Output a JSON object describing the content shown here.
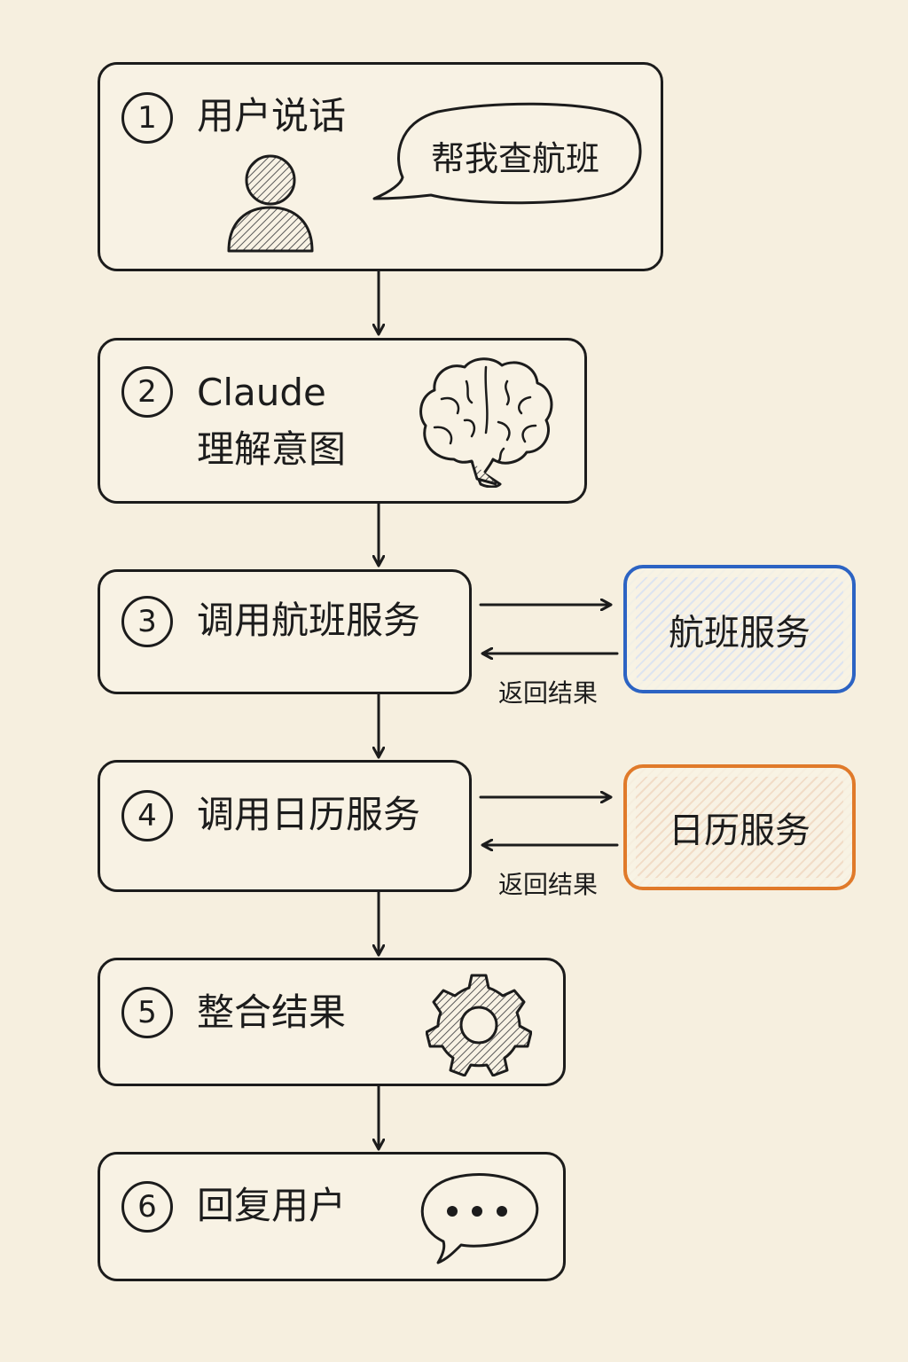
{
  "steps": [
    {
      "number": "1",
      "label": "用户说话",
      "speech": "帮我查航班"
    },
    {
      "number": "2",
      "label_line1": "Claude",
      "label_line2": "理解意图"
    },
    {
      "number": "3",
      "label": "调用航班服务"
    },
    {
      "number": "4",
      "label": "调用日历服务"
    },
    {
      "number": "5",
      "label": "整合结果"
    },
    {
      "number": "6",
      "label": "回复用户"
    }
  ],
  "services": {
    "flight": {
      "label": "航班服务",
      "return_label": "返回结果",
      "color": "#2c63c3"
    },
    "calendar": {
      "label": "日历服务",
      "return_label": "返回结果",
      "color": "#e07a2a"
    }
  },
  "icons": [
    "person-icon",
    "speech-bubble-icon",
    "brain-icon",
    "gear-icon",
    "chat-bubble-icon"
  ]
}
